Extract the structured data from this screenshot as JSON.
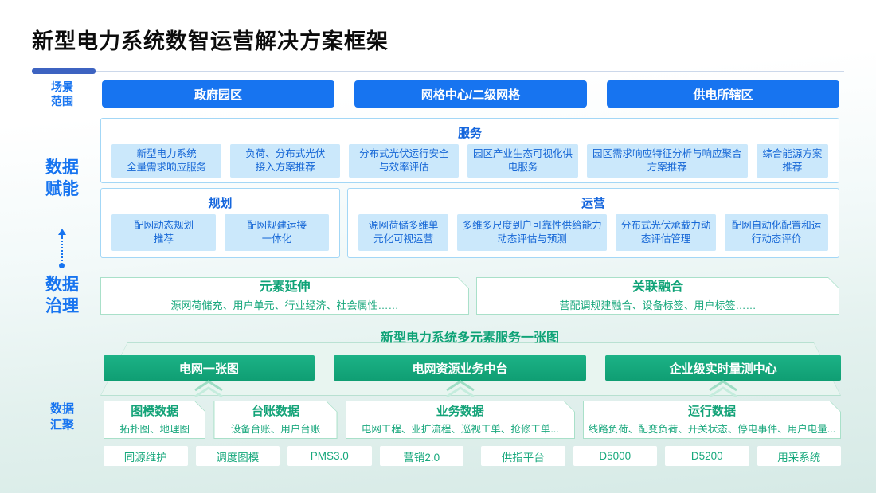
{
  "page": {
    "title": "新型电力系统数智运营解决方案框架"
  },
  "sidebar": {
    "scene_scope": "场景\n范围",
    "data_empowerment": "数据\n赋能",
    "data_governance": "数据\n治理",
    "data_aggregation": "数据\n汇聚"
  },
  "icons": {
    "sidebar_flow": "dashed-up-arrow",
    "platform_support": "chevron-up"
  },
  "scene_row": {
    "buttons": [
      "政府园区",
      "网格中心/二级网格",
      "供电所辖区"
    ]
  },
  "empowerment": {
    "service": {
      "title": "服务",
      "items": [
        "新型电力系统\n全量需求响应服务",
        "负荷、分布式光伏\n接入方案推荐",
        "分布式光伏运行安全\n与效率评估",
        "园区产业生态可视化供\n电服务",
        "园区需求响应特征分析与响应聚合\n方案推荐",
        "综合能源方案\n推荐"
      ]
    },
    "planning": {
      "title": "规划",
      "items": [
        "配网动态规划\n推荐",
        "配网规建运接\n一体化"
      ]
    },
    "operation": {
      "title": "运营",
      "items": [
        "源网荷储多维单\n元化可视运营",
        "多维多尺度到户可靠性供给能力\n动态评估与预测",
        "分布式光伏承载力动\n态评估管理",
        "配网自动化配置和运\n行动态评价"
      ]
    }
  },
  "governance": {
    "element_extension": {
      "title": "元素延伸",
      "desc": "源网荷储充、用户单元、行业经济、社会属性……"
    },
    "association_fusion": {
      "title": "关联融合",
      "desc": "营配调规建融合、设备标签、用户标签……"
    },
    "map_title": "新型电力系统多元素服务一张图",
    "platforms": [
      "电网一张图",
      "电网资源业务中台",
      "企业级实时量测中心"
    ]
  },
  "aggregation": {
    "data_boxes": [
      {
        "title": "图模数据",
        "desc": "拓扑图、地理图"
      },
      {
        "title": "台账数据",
        "desc": "设备台账、用户台账"
      },
      {
        "title": "业务数据",
        "desc": "电网工程、业扩流程、巡视工单、抢修工单..."
      },
      {
        "title": "运行数据",
        "desc": "线路负荷、配变负荷、开关状态、停电事件、用户电量..."
      }
    ],
    "systems": [
      "同源维护",
      "调度图模",
      "PMS3.0",
      "营销2.0",
      "供指平台",
      "D5000",
      "D5200",
      "用采系统"
    ]
  },
  "colors": {
    "primary_blue": "#1774f0",
    "blue_text": "#1667d6",
    "light_blue_fill": "#cbe8fb",
    "light_blue_border": "#a3d7f6",
    "primary_green": "#10a276",
    "green_text": "#15a57a",
    "light_green_border": "#a9e0c9",
    "rule_dark_blue": "#3d63c1"
  }
}
